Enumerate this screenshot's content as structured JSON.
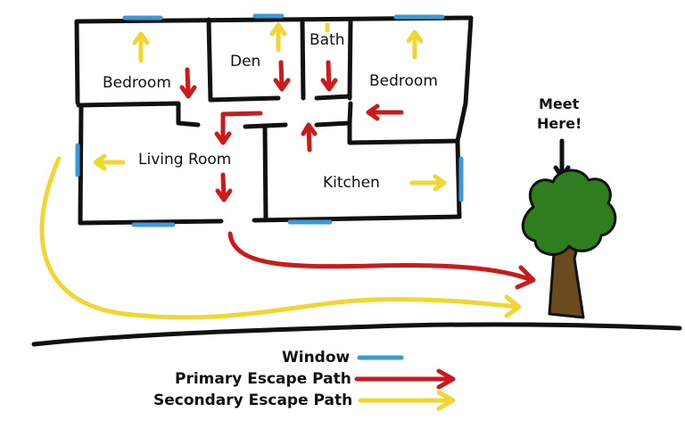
{
  "rooms": {
    "bedroom_left": "Bedroom",
    "den": "Den",
    "bath": "Bath",
    "bedroom_right": "Bedroom",
    "living_room": "Living Room",
    "kitchen": "Kitchen"
  },
  "meeting_point": {
    "line1": "Meet",
    "line2": "Here!"
  },
  "legend": {
    "window": "Window",
    "primary": "Primary Escape Path",
    "secondary": "Secondary Escape Path"
  },
  "colors": {
    "window": "#3a9ad9",
    "primary": "#cc1a1a",
    "secondary": "#f2d630",
    "wall": "#111111",
    "tree_leaves": "#2e7d1f",
    "tree_trunk": "#6b4a1f"
  }
}
